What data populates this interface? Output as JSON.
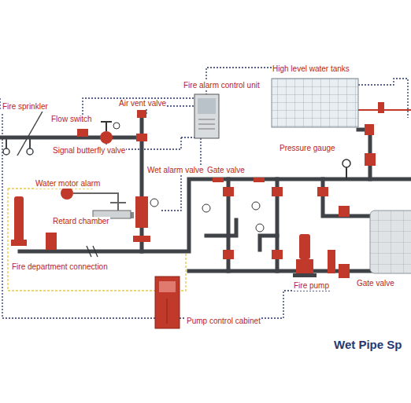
{
  "diagram": {
    "title": "Wet Pipe Sp",
    "labels": [
      "Fire sprinkler",
      "Flow switch",
      "Air vent valve",
      "Fire alarm control unit",
      "High level water tanks",
      "Signal butterfly valve",
      "Pressure gauge",
      "Wet alarm valve",
      "Gate valve",
      "Water motor alarm",
      "Retard chamber",
      "Fire department connection",
      "Fire pump",
      "Gate valve",
      "Pump control cabinet"
    ]
  }
}
